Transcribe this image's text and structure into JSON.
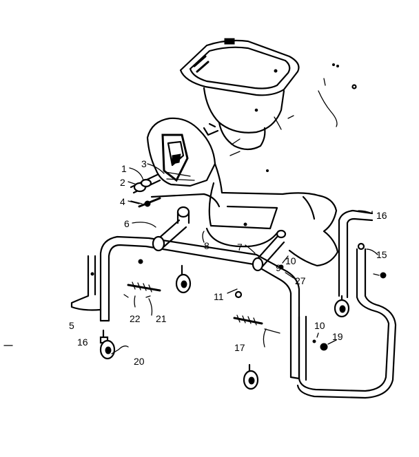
{
  "callouts": {
    "c1": "1",
    "c2": "2",
    "c3": "3",
    "c4": "4",
    "c5": "5",
    "c6": "6",
    "c7": "7",
    "c8": "8",
    "c9": "9",
    "c10a": "10",
    "c10b": "10",
    "c11": "11",
    "c15": "15",
    "c16a": "16",
    "c16b": "16",
    "c17": "17",
    "c19": "19",
    "c20": "20",
    "c21": "21",
    "c22": "22",
    "c27": "27"
  }
}
